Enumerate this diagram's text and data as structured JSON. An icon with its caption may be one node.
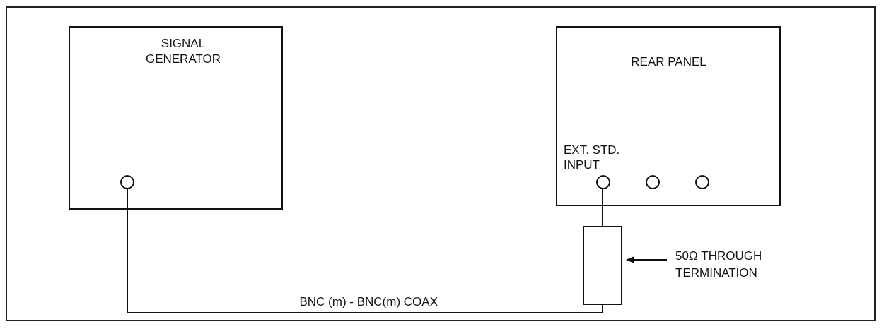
{
  "diagram": {
    "nodes": [
      {
        "text": [
          "SIGNAL GENERATOR"
        ]
      },
      {
        "text": [],
        "shape": "circle",
        "in": 0
      },
      {
        "text": [
          "REAR PANEL"
        ]
      },
      {
        "text": [],
        "shape": "circle",
        "in": 2,
        "beside": [
          "EXT. STD. INPUT"
        ]
      },
      {
        "text": [],
        "shape": "circle",
        "in": 2
      },
      {
        "text": [],
        "shape": "circle",
        "in": 2
      },
      {
        "text": [],
        "shape": "box"
      },
      {
        "text": [
          "50Ω THROUGH TERMINATION"
        ]
      }
    ],
    "edges": [
      {
        "from": 1,
        "to": 6,
        "arrow": "none",
        "label": "BNC (m) - BNC(m) COAX"
      },
      {
        "from": 6,
        "to": 3,
        "arrow": "none"
      },
      {
        "from": 7,
        "to": 6,
        "arrow": "to"
      }
    ]
  }
}
